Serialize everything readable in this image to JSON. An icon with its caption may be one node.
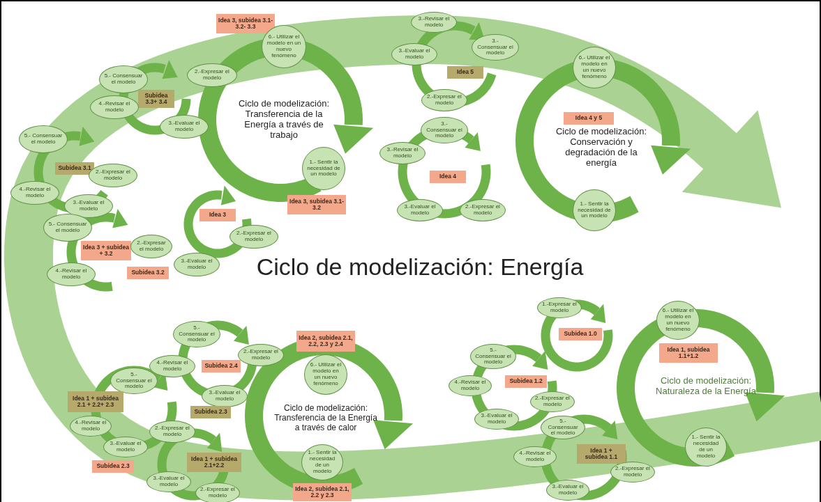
{
  "diagram": {
    "title": "Ciclo de modelización: Energía",
    "nodes": [
      {
        "text": [
          "Idea 3, subidea 3.1-3.2- 3.3"
        ]
      },
      {
        "text": [
          "5.- Consensuar el modelo"
        ]
      },
      {
        "text": [
          "2.-Expresar el modelo"
        ]
      },
      {
        "text": [
          "Subidea 3.3+ 3.4"
        ]
      },
      {
        "text": [
          "4.-Revisar el modelo"
        ]
      },
      {
        "text": [
          "3.-Evaluar el modelo"
        ]
      },
      {
        "text": [
          "6.- Utilizar el modelo en un nuevo fenómeno"
        ]
      },
      {
        "text": [
          "5.- Consensuar el modelo"
        ]
      },
      {
        "text": [
          "Subidea 3.1"
        ]
      },
      {
        "text": [
          "2.-Expresar el modelo"
        ]
      },
      {
        "text": [
          "4.-Revisar el modelo"
        ]
      },
      {
        "text": [
          "3.-Evaluar el modelo"
        ]
      },
      {
        "text": [
          "1.- Sentir la necesidad de un modelo"
        ]
      },
      {
        "text": [
          "Idea 3, subidea 3.1-3.2"
        ]
      },
      {
        "text": [
          "Idea 3"
        ]
      },
      {
        "text": [
          "3.-Evaluar el modelo"
        ]
      },
      {
        "text": [
          "2.-Expresar el modelo"
        ]
      },
      {
        "text": [
          "5.- Consensuar el modelo"
        ]
      },
      {
        "text": [
          "Idea 3 + subidea + 3.2"
        ]
      },
      {
        "text": [
          "2.-Expresar el modelo"
        ]
      },
      {
        "text": [
          "4.-Revisar el modelo"
        ]
      },
      {
        "text": [
          "Subidea 3.2"
        ]
      },
      {
        "text": [
          "3.-Revisar el modelo"
        ]
      },
      {
        "text": [
          "3.-Evaluar el modelo"
        ]
      },
      {
        "text": [
          "3.- Consensuar el modelo"
        ]
      },
      {
        "text": [
          "Idea 5"
        ]
      },
      {
        "text": [
          "2.-Expresar el modelo"
        ]
      },
      {
        "text": [
          "3.- Consensuar el modelo"
        ]
      },
      {
        "text": [
          "3.-Revisar el modelo"
        ]
      },
      {
        "text": [
          "Idea 4"
        ]
      },
      {
        "text": [
          "3.-Evaluar el modelo"
        ]
      },
      {
        "text": [
          "2.-Expresar el modelo"
        ]
      },
      {
        "text": [
          "6.- Utilizar el modelo en un nuevo fenómeno"
        ]
      },
      {
        "text": [
          "Idea 4 y 5"
        ]
      },
      {
        "text": [
          "1.- Sentir la necesidad de un modelo"
        ]
      },
      {
        "text": [
          "5.- Consensuar el modelo"
        ]
      },
      {
        "text": [
          "Idea 2, subidea 2.1, 2.2, 2.3 y 2.4"
        ]
      },
      {
        "text": [
          "2.-Expresar el modelo"
        ]
      },
      {
        "text": [
          "4.-Revisar el modelo"
        ]
      },
      {
        "text": [
          "Subidea 2.4"
        ]
      },
      {
        "text": [
          "6.- Utilizar el modelo en un nuevo fenómeno"
        ]
      },
      {
        "text": [
          "5.- Consensuar el modelo"
        ]
      },
      {
        "text": [
          "Idea 1 + subidea 2.1 + 2.2+ 2.3"
        ]
      },
      {
        "text": [
          "3.-Evaluar el modelo"
        ]
      },
      {
        "text": [
          "4.-Revisar el modelo"
        ]
      },
      {
        "text": [
          "Subidea 2.3"
        ]
      },
      {
        "text": [
          "2.-Expresar el modelo"
        ]
      },
      {
        "text": [
          "3.-Evaluar el modelo"
        ]
      },
      {
        "text": [
          "Subidea 2.3"
        ]
      },
      {
        "text": [
          "Idea 1 + subidea 2.1+2.2"
        ]
      },
      {
        "text": [
          "3.-Evaluar el modelo"
        ]
      },
      {
        "text": [
          "2.-Expresar el modelo"
        ]
      },
      {
        "text": [
          "1.- Sentir la necesidad de un modelo"
        ]
      },
      {
        "text": [
          "Idea 2, subidea 2.1, 2.2 y 2.3"
        ]
      },
      {
        "text": [
          "1.-Expresar el modelo"
        ]
      },
      {
        "text": [
          "Subidea 1.0"
        ]
      },
      {
        "text": [
          "5.- Consensuar el modelo"
        ]
      },
      {
        "text": [
          "6.- Utilizar el modelo en un nuevo fenómeno"
        ]
      },
      {
        "text": [
          "Idea 1, subidea 1.1+1.2"
        ]
      },
      {
        "text": [
          "4.-Revisar el modelo"
        ]
      },
      {
        "text": [
          "Subidea 1.2"
        ]
      },
      {
        "text": [
          "2.-Expresar el modelo"
        ]
      },
      {
        "text": [
          "3.-Evaluar el modelo"
        ]
      },
      {
        "text": [
          "5.- Consensuar el modelo"
        ]
      },
      {
        "text": [
          "4.-Revisar el modelo"
        ]
      },
      {
        "text": [
          "Idea 1 + subidea 1.1"
        ]
      },
      {
        "text": [
          "2.-Expresar el modelo"
        ]
      },
      {
        "text": [
          "3.-Evaluar el modelo"
        ]
      },
      {
        "text": [
          "1.- Sentir la necesidad de un modelo"
        ]
      }
    ],
    "labels": [
      "Ciclo de modelización: Transferencia de la Energía a través de trabajo",
      "Ciclo de modelización: Conservación y degradación de la energía",
      "Ciclo de modelización: Transferencia de la Energía a través de calor",
      "Ciclo de modelización: Naturaleza de la Energía"
    ]
  }
}
